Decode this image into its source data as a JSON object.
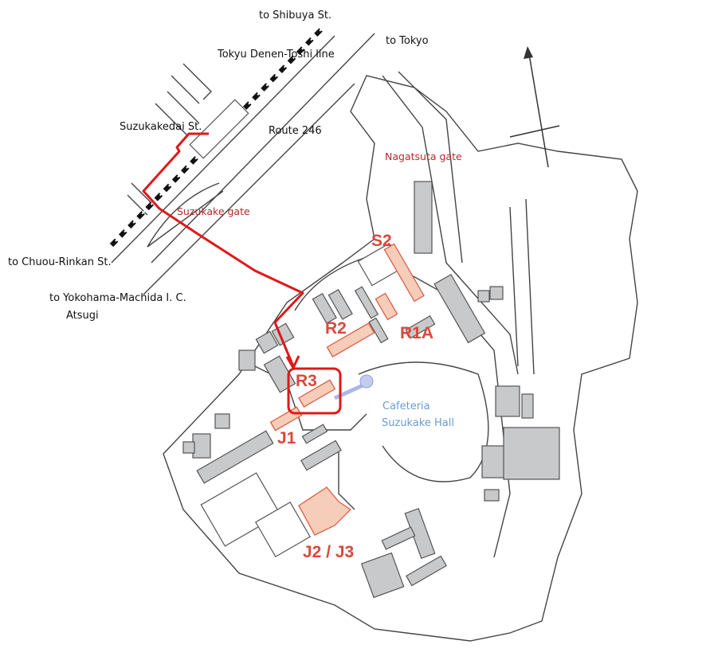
{
  "map": {
    "labels": {
      "to_shibuya": "to Shibuya St.",
      "to_tokyo": "to Tokyo",
      "rail_line": "Tokyu Denen-Toshi line",
      "station": "Suzukakedai St.",
      "route": "Route 246",
      "to_chuou": "to Chuou-Rinkan St.",
      "to_yokohama": "to Yokohama-Machida I. C.",
      "atsugi": "Atsugi"
    },
    "gates": {
      "nagatsuta": "Nagatsuta gate",
      "suzukake": "Suzukake gate"
    },
    "buildings": {
      "s2": "S2",
      "r2": "R2",
      "r1a": "R1A",
      "r3": "R3",
      "j1": "J1",
      "j2j3": "J2 / J3"
    },
    "cafeteria": {
      "line1": "Cafeteria",
      "line2": "Suzukake Hall"
    },
    "colors": {
      "route": "#e01818",
      "highlight_building": "#f6cdb9",
      "building": "#c8c9cb",
      "cafeteria": "#6b9bd1"
    }
  }
}
